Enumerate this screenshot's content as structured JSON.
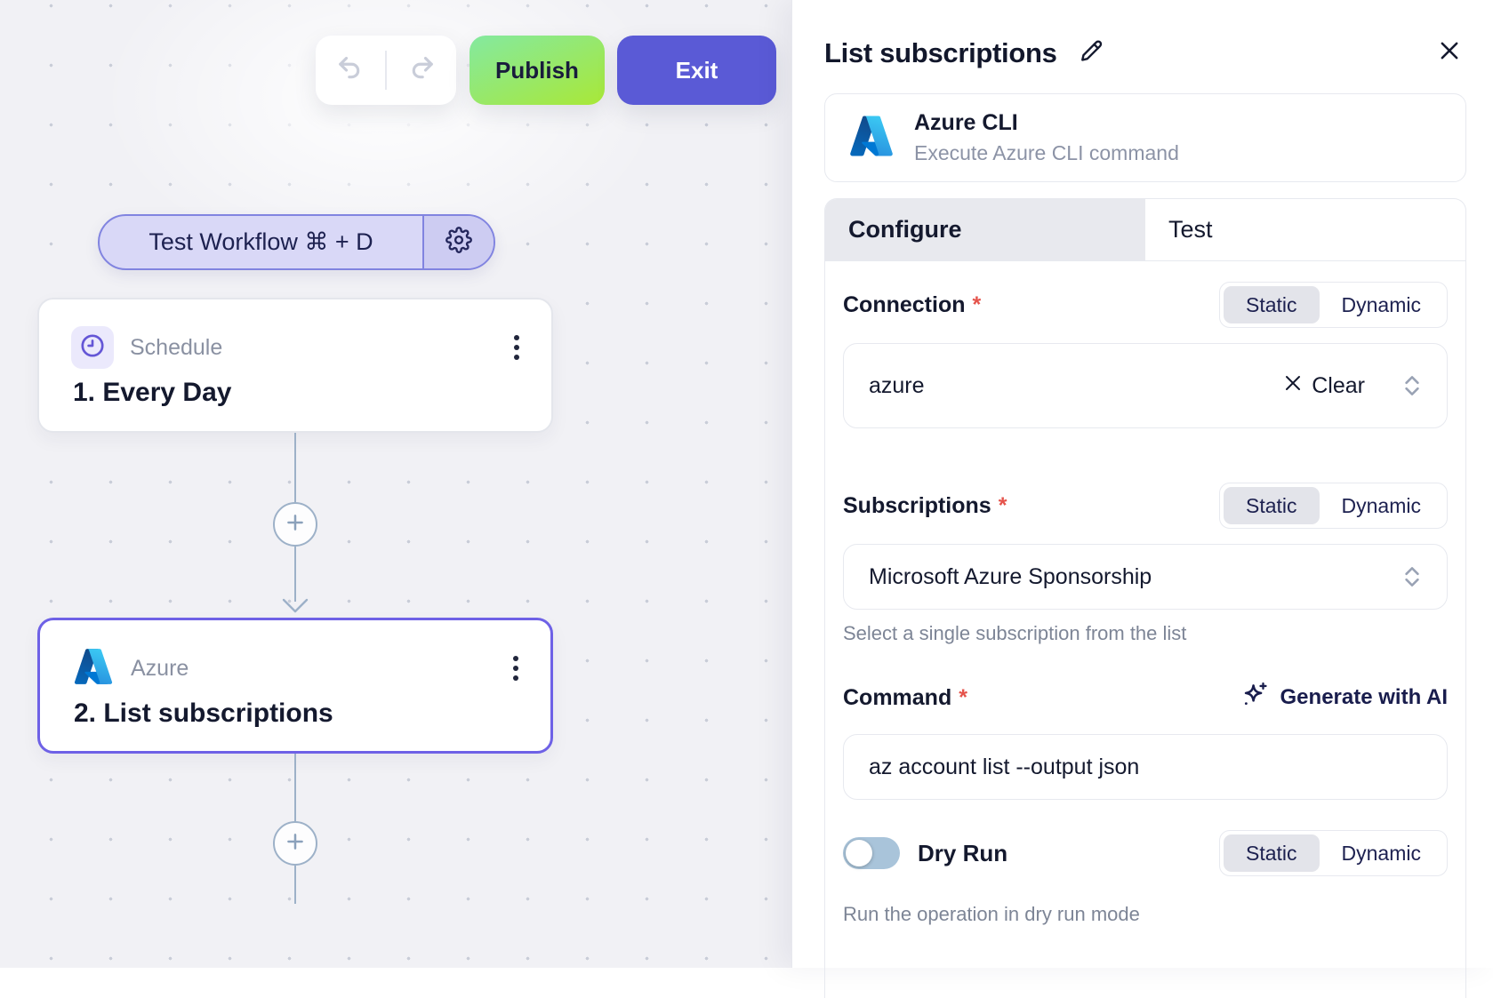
{
  "toolbar": {
    "publish_label": "Publish",
    "exit_label": "Exit"
  },
  "workflow": {
    "test_button_label": "Test Workflow ⌘ + D",
    "nodes": [
      {
        "app": "Schedule",
        "title": "1. Every Day"
      },
      {
        "app": "Azure",
        "title": "2. List subscriptions"
      }
    ]
  },
  "panel": {
    "title": "List subscriptions",
    "required_mark": "*",
    "app_card": {
      "name": "Azure CLI",
      "description": "Execute Azure CLI command"
    },
    "tabs": {
      "configure": "Configure",
      "test": "Test"
    },
    "modes": {
      "static": "Static",
      "dynamic": "Dynamic"
    },
    "connection": {
      "label": "Connection",
      "value": "azure",
      "clear_label": "Clear",
      "selected_mode": "Static"
    },
    "subscriptions": {
      "label": "Subscriptions",
      "value": "Microsoft Azure Sponsorship",
      "helper": "Select a single subscription from the list",
      "selected_mode": "Static"
    },
    "command": {
      "label": "Command",
      "value": "az account list --output json",
      "ai_label": "Generate with AI"
    },
    "dry_run": {
      "label": "Dry Run",
      "enabled": false,
      "helper": "Run the operation in dry run mode",
      "selected_mode": "Static"
    }
  },
  "colors": {
    "accent": "#6e61e6",
    "publish_gradient_start": "#84e9a0",
    "publish_gradient_end": "#a9e837",
    "exit_bg": "#5a5ad6",
    "connector": "#9db1c8",
    "required_asterisk": "#e5534b",
    "azure_blue": "#0078d4"
  }
}
